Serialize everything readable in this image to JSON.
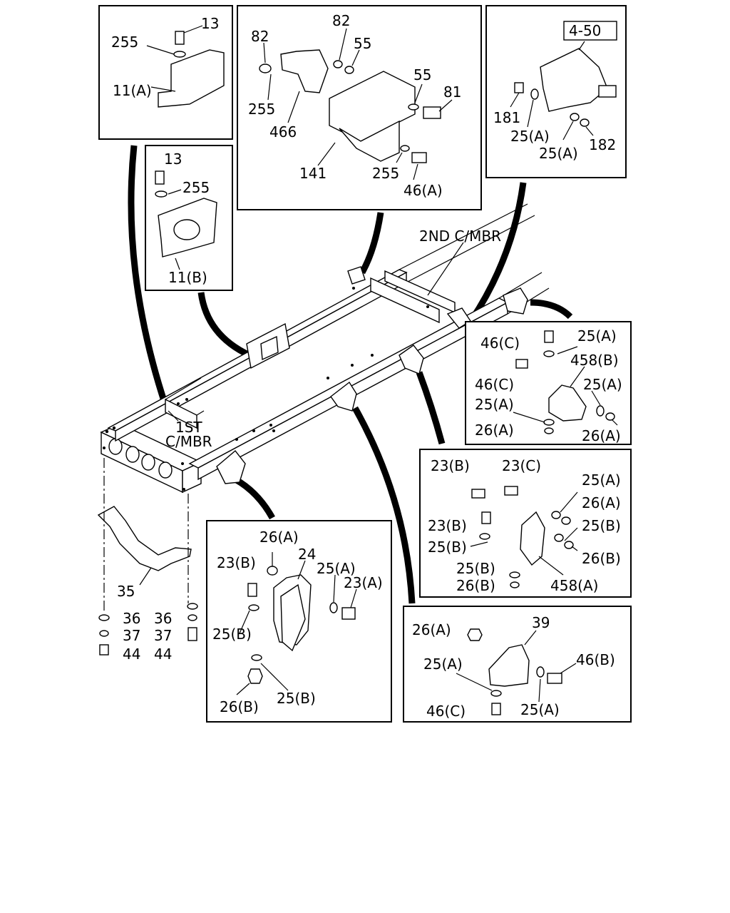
{
  "callouts": {
    "tl_13": "13",
    "tl_255": "255",
    "tl_11a": "11(A)",
    "ml_13": "13",
    "ml_255": "255",
    "ml_11b": "11(B)",
    "tc_82a": "82",
    "tc_82b": "82",
    "tc_55a": "55",
    "tc_55b": "55",
    "tc_81": "81",
    "tc_255a": "255",
    "tc_466": "466",
    "tc_141": "141",
    "tc_255b": "255",
    "tc_46a": "46(A)",
    "tr_ref": "4-50",
    "tr_181": "181",
    "tr_25a1": "25(A)",
    "tr_25a2": "25(A)",
    "tr_182": "182",
    "frame_2nd": "2ND C/MBR",
    "frame_1st_1": "1ST",
    "frame_1st_2": "C/MBR",
    "r1_46c1": "46(C)",
    "r1_25a1": "25(A)",
    "r1_458b": "458(B)",
    "r1_46c2": "46(C)",
    "r1_25a2": "25(A)",
    "r1_25a3": "25(A)",
    "r1_26a1": "26(A)",
    "r1_26a2": "26(A)",
    "r2_23b1": "23(B)",
    "r2_23c": "23(C)",
    "r2_25a": "25(A)",
    "r2_26a": "26(A)",
    "r2_23b2": "23(B)",
    "r2_25b1": "25(B)",
    "r2_25b2": "25(B)",
    "r2_26b1": "26(B)",
    "r2_25b3": "25(B)",
    "r2_26b2": "26(B)",
    "r2_458a": "458(A)",
    "bl_35": "35",
    "bl_36a": "36",
    "bl_36b": "36",
    "bl_37a": "37",
    "bl_37b": "37",
    "bl_44a": "44",
    "bl_44b": "44",
    "bc_26a": "26(A)",
    "bc_23b": "23(B)",
    "bc_24": "24",
    "bc_25a": "25(A)",
    "bc_23a": "23(A)",
    "bc_25b1": "25(B)",
    "bc_26b": "26(B)",
    "bc_25b2": "25(B)",
    "br_26a": "26(A)",
    "br_39": "39",
    "br_25a1": "25(A)",
    "br_46b": "46(B)",
    "br_46c": "46(C)",
    "br_25a2": "25(A)"
  }
}
